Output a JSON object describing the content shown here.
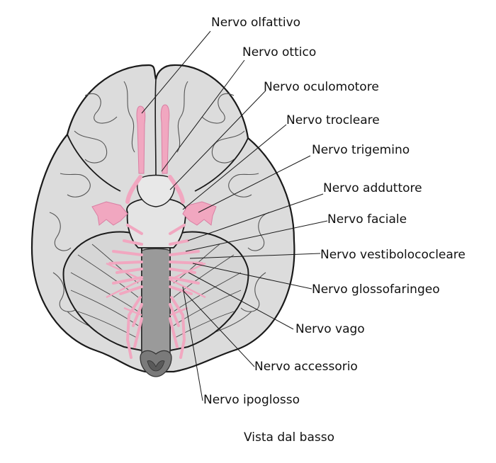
{
  "labels": {
    "olfactory": "Nervo olfattivo",
    "optic": "Nervo ottico",
    "oculomotor": "Nervo oculomotore",
    "trochlear": "Nervo trocleare",
    "trigeminal": "Nervo trigemino",
    "abducens": "Nervo adduttore",
    "facial": "Nervo faciale",
    "vestibulocochlear": "Nervo vestibolococleare",
    "glossopharyngeal": "Nervo glossofaringeo",
    "vagus": "Nervo vago",
    "accessory": "Nervo accessorio",
    "hypoglossal": "Nervo ipoglosso"
  },
  "caption": "Vista dal basso",
  "colors": {
    "brain_fill": "#dcdcdc",
    "outline": "#1a1a1a",
    "nerve": "#f1a7c0",
    "nerve_dark": "#d97fa3",
    "stem": "#9a9a9a"
  }
}
